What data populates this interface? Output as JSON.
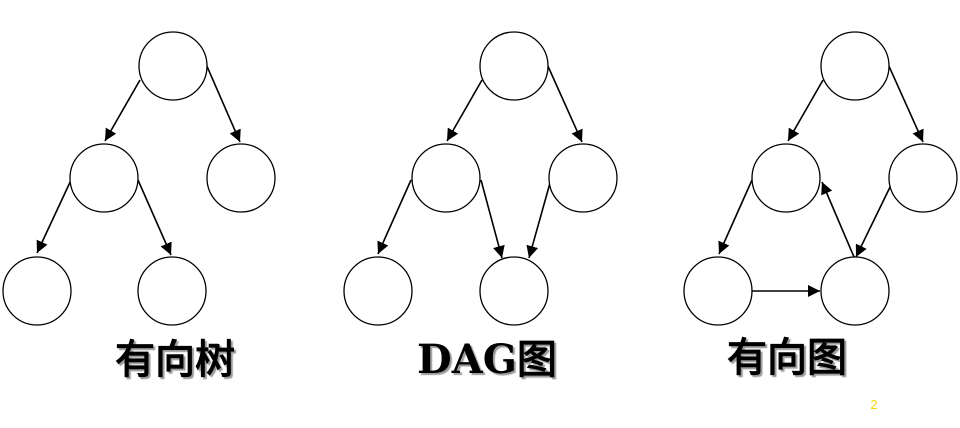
{
  "diagrams": [
    {
      "caption": "有向树",
      "nodes": [
        "root",
        "left",
        "right",
        "left-left",
        "left-right"
      ],
      "edges": [
        [
          "root",
          "left"
        ],
        [
          "root",
          "right"
        ],
        [
          "left",
          "left-left"
        ],
        [
          "left",
          "left-right"
        ]
      ]
    },
    {
      "caption": "DAG图",
      "nodes": [
        "root",
        "left",
        "right",
        "bottom-left",
        "bottom-right"
      ],
      "edges": [
        [
          "root",
          "left"
        ],
        [
          "root",
          "right"
        ],
        [
          "left",
          "bottom-left"
        ],
        [
          "left",
          "bottom-right"
        ],
        [
          "right",
          "bottom-right"
        ]
      ]
    },
    {
      "caption": "有向图",
      "nodes": [
        "root",
        "left",
        "right",
        "bottom-left",
        "bottom-right"
      ],
      "edges": [
        [
          "root",
          "left"
        ],
        [
          "root",
          "right"
        ],
        [
          "left",
          "bottom-left"
        ],
        [
          "bottom-left",
          "bottom-right"
        ],
        [
          "bottom-right",
          "left"
        ],
        [
          "right",
          "bottom-right"
        ]
      ]
    }
  ],
  "page_number": "2",
  "colors": {
    "stroke": "#000000",
    "caption_shadow": "#9a9a9a",
    "page_number": "#f5d800"
  }
}
